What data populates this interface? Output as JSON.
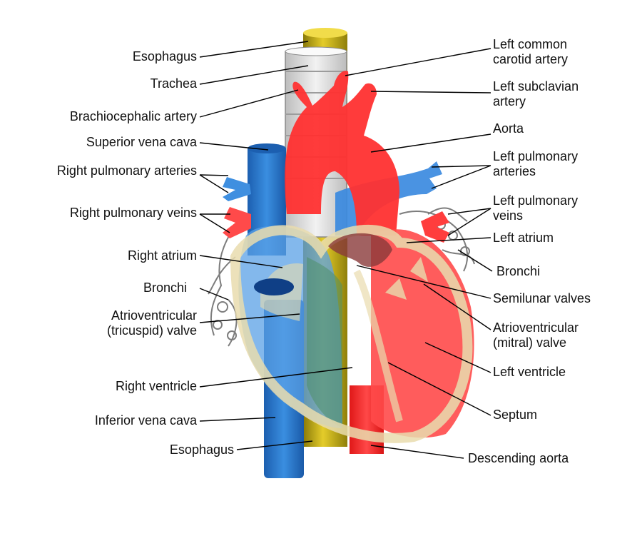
{
  "labels": {
    "esophagus_top": "Esophagus",
    "trachea": "Trachea",
    "brachiocephalic_artery": "Brachiocephalic artery",
    "superior_vena_cava": "Superior vena cava",
    "right_pulmonary_arteries": "Right pulmonary arteries",
    "right_pulmonary_veins": "Right pulmonary veins",
    "right_atrium": "Right atrium",
    "bronchi_left": "Bronchi",
    "av_tricuspid_1": "Atrioventricular",
    "av_tricuspid_2": "(tricuspid) valve",
    "right_ventricle": "Right ventricle",
    "inferior_vena_cava": "Inferior vena cava",
    "esophagus_bottom": "Esophagus",
    "left_common_carotid_1": "Left common",
    "left_common_carotid_2": "carotid artery",
    "left_subclavian_1": "Left subclavian",
    "left_subclavian_2": "artery",
    "aorta": "Aorta",
    "left_pulmonary_arteries_1": "Left pulmonary",
    "left_pulmonary_arteries_2": "arteries",
    "left_pulmonary_veins_1": "Left pulmonary",
    "left_pulmonary_veins_2": "veins",
    "left_atrium": "Left atrium",
    "bronchi_right": "Bronchi",
    "semilunar_valves": "Semilunar valves",
    "av_mitral_1": "Atrioventricular",
    "av_mitral_2": "(mitral) valve",
    "left_ventricle": "Left ventricle",
    "septum": "Septum",
    "descending_aorta": "Descending aorta"
  },
  "colors": {
    "oxygenated": "#ff3a3a",
    "deoxygenated": "#2e82d6",
    "esophagus": "#c9b21a",
    "myocardium": "#e9dcae",
    "trachea": "#d9d9d9"
  }
}
